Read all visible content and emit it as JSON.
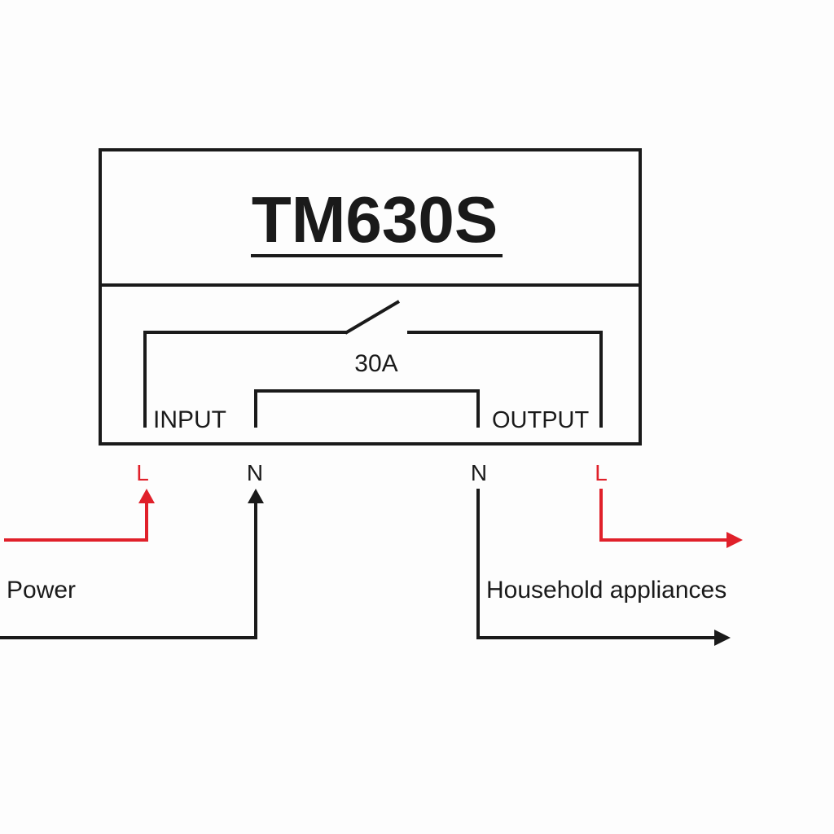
{
  "device": {
    "model": "TM630S",
    "rating": "30A",
    "input_label": "INPUT",
    "output_label": "OUTPUT"
  },
  "terminals": {
    "input_live": "L",
    "input_neutral": "N",
    "output_neutral": "N",
    "output_live": "L"
  },
  "sources": {
    "power_label": "Power",
    "load_label": "Household appliances"
  },
  "colors": {
    "live_wire": "#e0202a",
    "neutral_wire": "#1a1a1a"
  }
}
